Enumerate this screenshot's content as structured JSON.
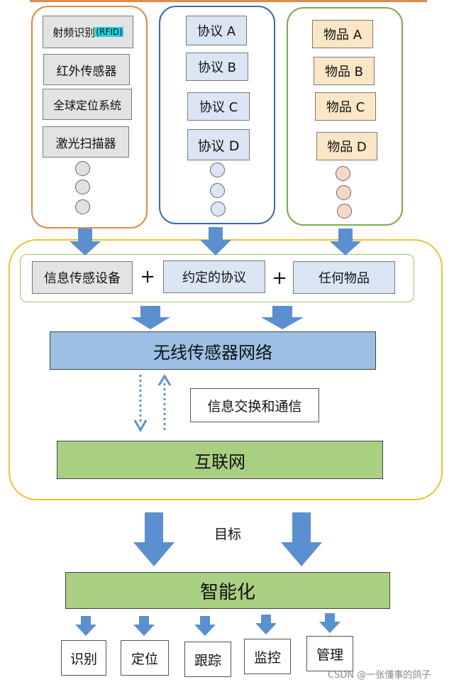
{
  "columns": {
    "devices": {
      "items": [
        "射频识别",
        "红外传感器",
        "全球定位系统",
        "激光扫描器"
      ],
      "rfid_tag": "(RFID)"
    },
    "protocols": {
      "items": [
        "协议 A",
        "协议 B",
        "协议 C",
        "协议 D"
      ]
    },
    "objects": {
      "items": [
        "物品 A",
        "物品 B",
        "物品 C",
        "物品 D"
      ]
    }
  },
  "combo": {
    "device_label": "信息传感设备",
    "protocol_label": "约定的协议",
    "object_label": "任何物品",
    "plus": "+"
  },
  "wsn_label": "无线传感器网络",
  "exchange_label": "信息交换和通信",
  "internet_label": "互联网",
  "goal_label": "目标",
  "intelligence_label": "智能化",
  "functions": [
    "识别",
    "定位",
    "跟踪",
    "监控",
    "管理"
  ],
  "watermark": "CSDN @一张懂事的鸽子",
  "colors": {
    "arrow": "#5b8fcf",
    "orange_frame": "#e08a4a",
    "blue_frame": "#3e6aa0",
    "green_frame": "#7aab4f",
    "yellow_frame": "#efc12a",
    "wsn_fill": "#9dbfe5",
    "internet_fill": "#a9cf82"
  }
}
